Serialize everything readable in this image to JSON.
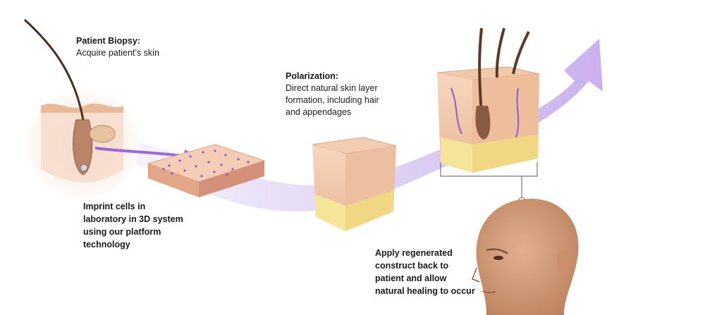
{
  "steps": [
    {
      "title": "Patient Biopsy:",
      "desc": "Acquire patient’s skin"
    },
    {
      "title": "Polarization:",
      "desc_lines": [
        "Direct natural skin layer",
        "formation, including hair",
        "and appendages"
      ]
    }
  ],
  "imprint_lines": [
    "Imprint cells in",
    "laboratory in 3D system",
    "using our platform",
    "technology"
  ],
  "apply_lines": [
    "Apply regenerated",
    "construct back to",
    "patient and allow",
    "natural healing to occur"
  ],
  "colors": {
    "arrow": "#c9b3ec",
    "arrow_dark": "#9b6ad8",
    "skin": "#f2c9a9",
    "fat": "#f5e59b",
    "hair": "#4a2e1f",
    "purple_dot": "#8a5cc7"
  }
}
